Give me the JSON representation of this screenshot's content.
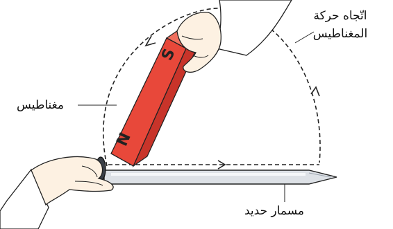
{
  "labels": {
    "magnet_direction_line1": "اتّجاه حركة",
    "magnet_direction_line2": "المغناطيس",
    "magnet": "مغناطيس",
    "iron_nail": "مسمار حديد"
  },
  "magnet_poles": {
    "top": "S",
    "bottom": "N"
  },
  "colors": {
    "magnet_front": "#e8483a",
    "magnet_side": "#c8342a",
    "magnet_top": "#f0705e",
    "nail_body": "#dde1e6",
    "skin": "#fdf1e2",
    "outline": "#222222"
  }
}
